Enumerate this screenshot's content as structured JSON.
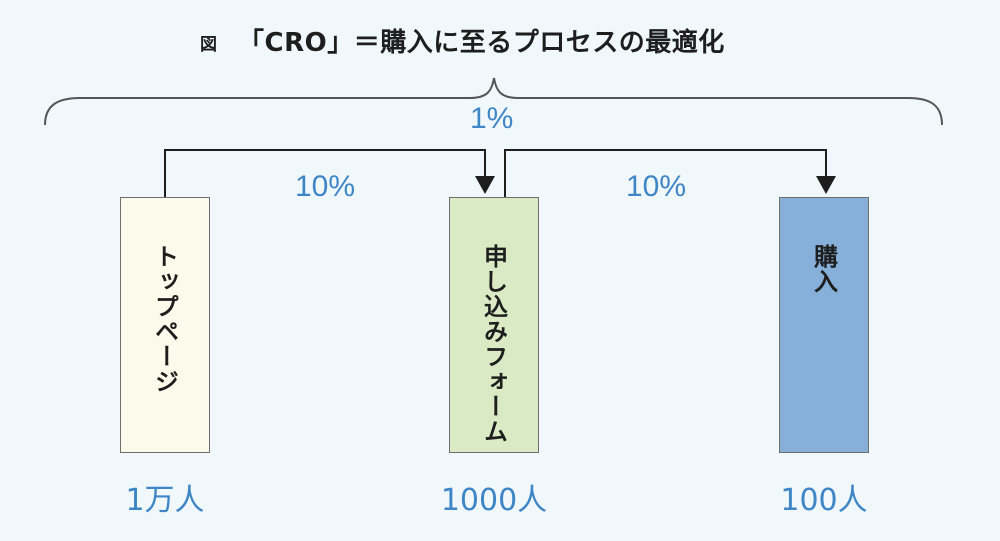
{
  "figure": {
    "label": "図",
    "title": "「CRO」＝購入に至るプロセスの最適化"
  },
  "overall_rate": "1%",
  "step_rates": [
    "10%",
    "10%"
  ],
  "stages": [
    {
      "label": "トップページ",
      "count": "1万人",
      "color": "#fcfbeb"
    },
    {
      "label": "申し込みフォーム",
      "count": "1000人",
      "color": "#daeac4"
    },
    {
      "label": "購入",
      "count": "100人",
      "color": "#86afd9"
    }
  ],
  "colors": {
    "accent_text": "#3f86c6",
    "line": "#1e1e1e",
    "brace": "#555555",
    "background": "#f1f8fb"
  }
}
